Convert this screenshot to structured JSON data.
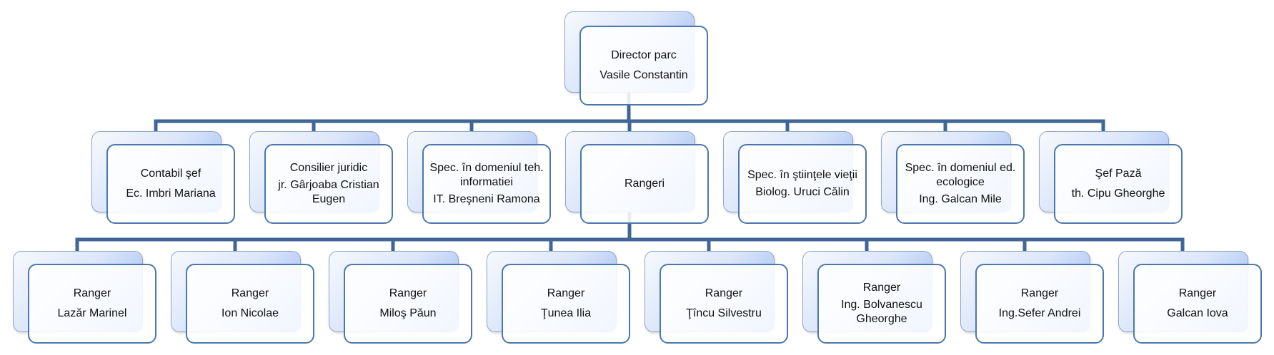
{
  "colors": {
    "connector": "#3f6696",
    "border": "#4a78ad"
  },
  "root": {
    "title": "Director parc",
    "name": "Vasile Constantin"
  },
  "level1": [
    {
      "title": "Contabil  şef",
      "name": "Ec. Imbri Mariana"
    },
    {
      "title": "Consilier juridic",
      "name": "jr. Gârjoaba Cristian Eugen"
    },
    {
      "title": "Spec. în domeniul teh. informatiei",
      "name": "IT. Breşneni Ramona"
    },
    {
      "title": "Rangeri",
      "name": ""
    },
    {
      "title": "Spec. în ştiinţele vieţii",
      "name": "Biolog. Uruci Călin"
    },
    {
      "title": "Spec. în domeniul ed. ecologice",
      "name": "Ing. Galcan Mile"
    },
    {
      "title": "Şef  Pază",
      "name": "th. Cipu Gheorghe"
    }
  ],
  "level2": [
    {
      "title": "Ranger",
      "name": "Lazăr Marinel"
    },
    {
      "title": "Ranger",
      "name": "Ion Nicolae"
    },
    {
      "title": "Ranger",
      "name": "Miloş Păun"
    },
    {
      "title": "Ranger",
      "name": "Ţunea Ilia"
    },
    {
      "title": "Ranger",
      "name": "Ţîncu Silvestru"
    },
    {
      "title": "Ranger",
      "name": "Ing. Bolvanescu Gheorghe"
    },
    {
      "title": "Ranger",
      "name": "Ing.Sefer Andrei"
    },
    {
      "title": "Ranger",
      "name": "Galcan Iova"
    }
  ]
}
